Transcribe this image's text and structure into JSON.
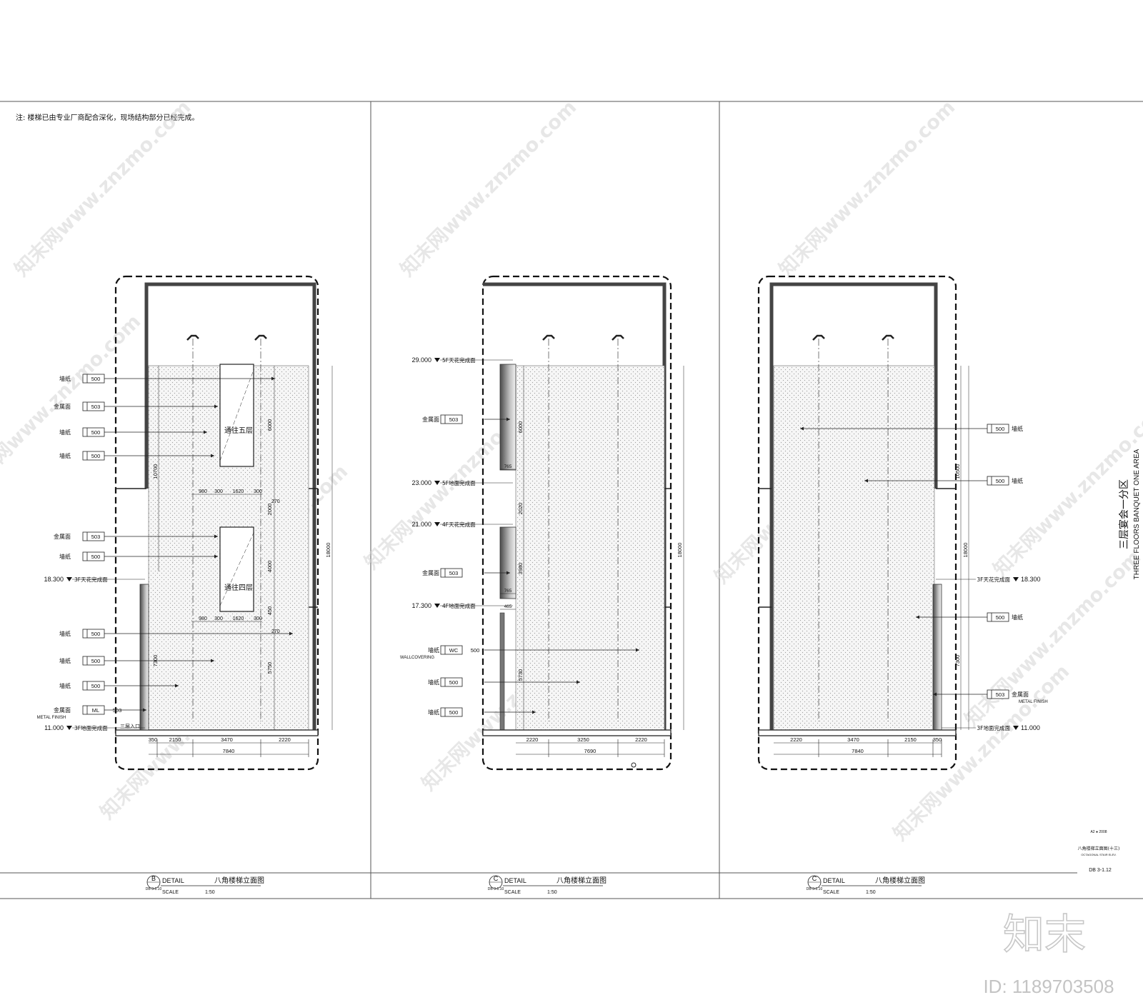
{
  "sheet": {
    "note": "注: 楼梯已由专业厂商配合深化，现场结构部分已经完成。",
    "side_title_cn": "三层宴会一分区",
    "side_title_en": "THREE FLOORS BANQUET ONE AREA",
    "tb_small1": "A2 ● 2008",
    "tb_small2": "八角楼梯立面图(十三)",
    "tb_small3": "OCTAGONAL STAIR ELEV.",
    "drawing_no": "DB 3-1.12",
    "watermark_site": "知末网www.znzmo.com",
    "brand_logo": "知末",
    "brand_id": "ID: 1189703508"
  },
  "panels": [
    {
      "marker": "B",
      "detail_label": "DETAIL",
      "title": "八角楼梯立面图",
      "ref": "DB 3-1.10",
      "scale_label": "SCALE",
      "scale": "1:50",
      "left_labels": [
        {
          "material": "墙纸",
          "code": "500"
        },
        {
          "material": "金属面",
          "code": "503"
        },
        {
          "material": "墙纸",
          "code": "500"
        },
        {
          "material": "墙纸",
          "code": "500"
        },
        {
          "material": "金属面",
          "code": "503"
        },
        {
          "material": "墙纸",
          "code": "500"
        },
        {
          "material": "墙纸",
          "code": "500"
        },
        {
          "material": "墙纸",
          "code": "500"
        },
        {
          "material": "墙纸",
          "code": "500"
        },
        {
          "material": "金属面",
          "code": "ML",
          "code2": "503",
          "sub": "METAL FINISH"
        }
      ],
      "levels": [
        {
          "value": "18.300",
          "text": "3F天花完成面"
        },
        {
          "value": "11.000",
          "text": "3F地面完成面"
        }
      ],
      "openings": [
        {
          "label": "通往五层",
          "dims": [
            "980",
            "300",
            "1620",
            "300"
          ],
          "offset": "270"
        },
        {
          "label": "通往四层",
          "dims": [
            "980",
            "300",
            "1620",
            "300"
          ],
          "offset": "270"
        }
      ],
      "entry_label": "三层入口",
      "vdims": [
        "6000",
        "2000",
        "4000",
        "450",
        "5750"
      ],
      "vdim_long": "10700",
      "vdim_low": "7300",
      "vdim_total": "18000",
      "hdims": [
        "350",
        "2150",
        "3470",
        "2220"
      ],
      "hdim_total": "7840"
    },
    {
      "marker": "C",
      "detail_label": "DETAIL",
      "title": "八角楼梯立面图",
      "ref": "DB 3-1.10",
      "scale_label": "SCALE",
      "scale": "1:50",
      "levels": [
        {
          "value": "29.000",
          "text": "5F天花完成面"
        },
        {
          "value": "23.000",
          "text": "5F地面完成面"
        },
        {
          "value": "21.000",
          "text": "4F天花完成面"
        },
        {
          "value": "17.300",
          "text": "4F地面完成面"
        }
      ],
      "left_labels": [
        {
          "material": "金属面",
          "code": "503"
        },
        {
          "material": "金属面",
          "code": "503"
        },
        {
          "material": "墙纸",
          "code": "WC",
          "code2": "500",
          "sub": "WALLCOVERING"
        },
        {
          "material": "墙纸",
          "code": "500"
        },
        {
          "material": "墙纸",
          "code": "500"
        }
      ],
      "small_dims": [
        "765",
        "765",
        "465"
      ],
      "vdims": [
        "6000",
        "2020",
        "3980",
        "5730"
      ],
      "vdim_total": "18000",
      "hdims": [
        "2220",
        "3250",
        "2220"
      ],
      "hdim_total": "7690"
    },
    {
      "marker": "C",
      "detail_label": "DETAIL",
      "title": "八角楼梯立面图",
      "ref": "DB 3-1.10",
      "scale_label": "SCALE",
      "scale": "1:50",
      "right_labels": [
        {
          "material": "墙纸",
          "code": "500"
        },
        {
          "material": "墙纸",
          "code": "500"
        },
        {
          "material": "墙纸",
          "code": "500"
        },
        {
          "material": "金属面",
          "code": "503",
          "sub": "METAL FINISH"
        }
      ],
      "levels": [
        {
          "value": "18.300",
          "text": "3F天花完成面"
        },
        {
          "value": "11.000",
          "text": "3F地面完成面"
        }
      ],
      "vdim_long": "10500",
      "vdim_low": "7300",
      "vdim_total": "18000",
      "hdims": [
        "2220",
        "3470",
        "2150",
        "350"
      ],
      "hdim_total": "7840"
    }
  ]
}
